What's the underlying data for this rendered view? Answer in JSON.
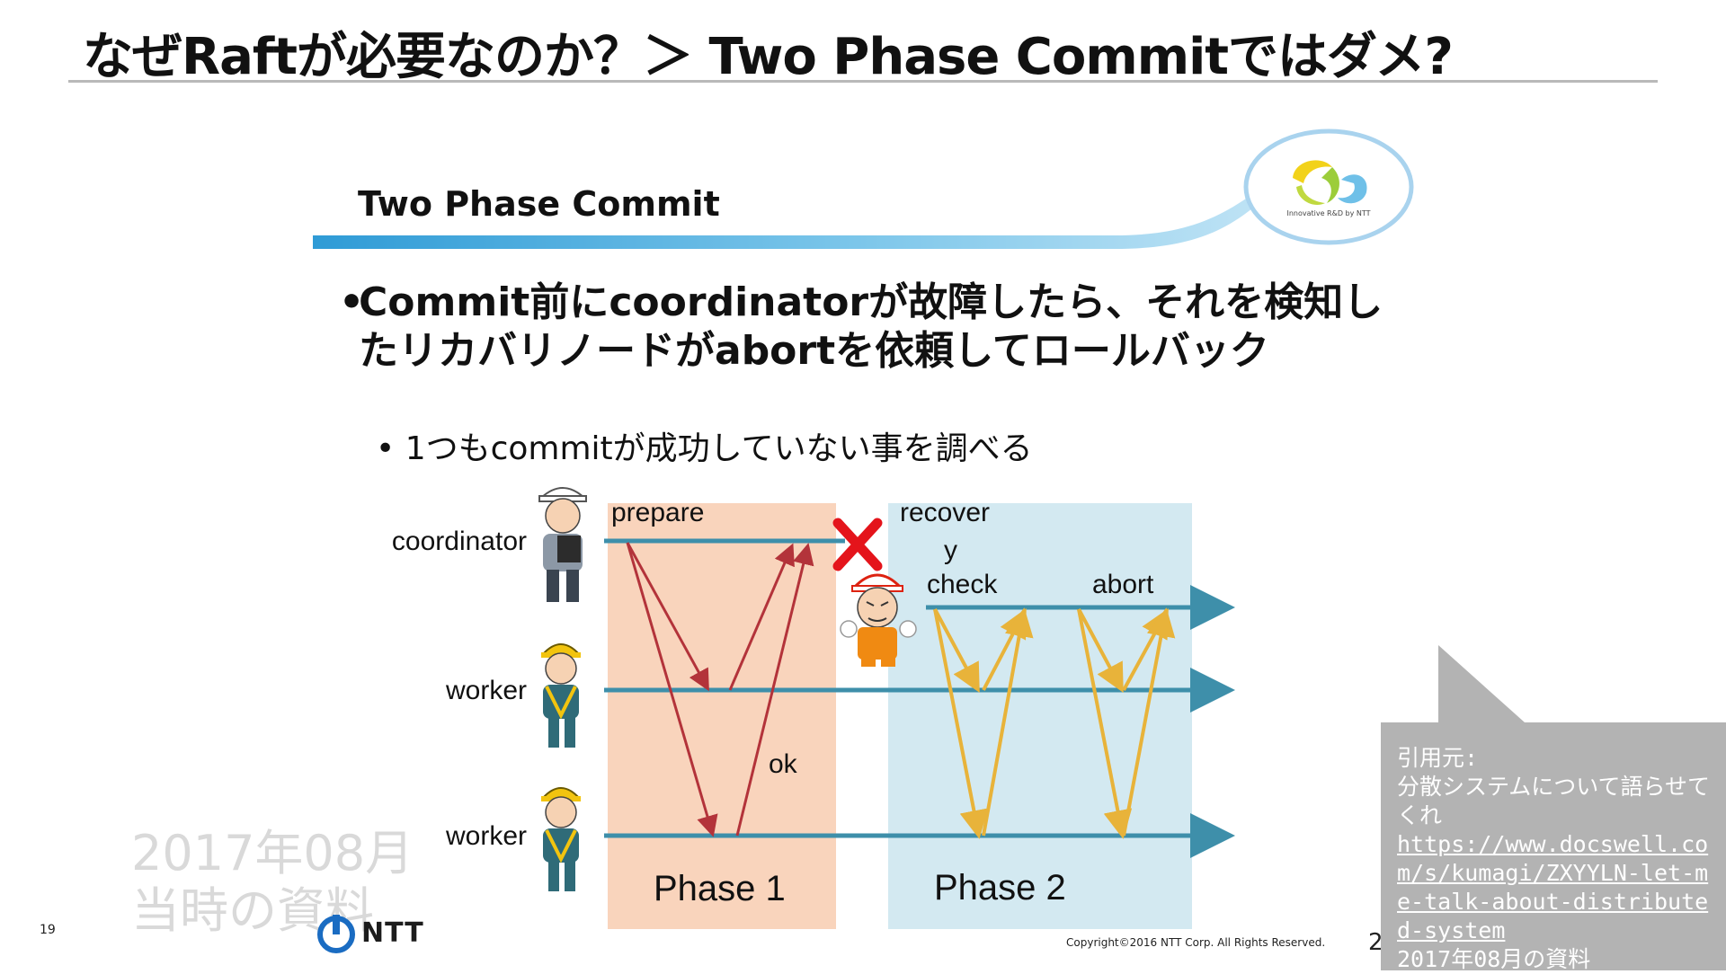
{
  "header": {
    "title": "なぜRaftが必要なのか？＞ Two Phase Commitではダメ?"
  },
  "slide": {
    "title": "Two Phase Commit",
    "logo_caption": "Innovative R&D by NTT",
    "bullet_main": "Commit前にcoordinatorが故障したら、それを検知したリカバリノードがabortを依頼してロールバック",
    "bullet_sub": "1つもcommitが成功していない事を調べる",
    "bullet_marker": "•"
  },
  "diagram": {
    "roles": {
      "coordinator": "coordinator",
      "worker1": "worker",
      "worker2": "worker"
    },
    "labels": {
      "prepare": "prepare",
      "ok": "ok",
      "recovery_line1": "recover",
      "recovery_line2": "y",
      "recovery_line3": "check",
      "abort": "abort",
      "phase1": "Phase 1",
      "phase2": "Phase 2"
    },
    "colors": {
      "phase1_bg": "#f9d4bc",
      "phase2_bg": "#d3e9f1",
      "timeline": "#3e8faa",
      "phase1_arrow": "#b3333a",
      "phase2_arrow": "#e8b33a",
      "fail_mark": "#e4141b"
    }
  },
  "footer": {
    "watermark_line1": "2017年08月",
    "watermark_line2": "当時の資料",
    "slide_number": "19",
    "ntt_logo_text": "NTT",
    "copyright": "Copyright©2016  NTT Corp. All Rights Reserved.",
    "page_number": "2"
  },
  "callout": {
    "label": "引用元:",
    "source_title": "分散システムについて語らせてくれ",
    "url": "https://www.docswell.com/s/kumagi/ZXYYLN-let-me-talk-about-distributed-system",
    "date": "2017年08月の資料"
  }
}
